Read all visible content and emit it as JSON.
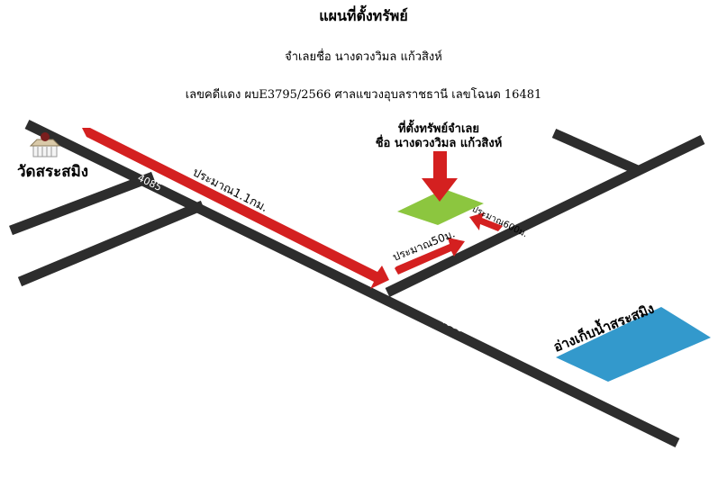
{
  "header": {
    "title": "แผนที่ตั้งทรัพย์",
    "debtor": "จำเลยชื่อ นางดวงวิมล แก้วสิงห์",
    "case_info": "เลขคดีแดง ผบE3795/2566 ศาลแขวงอุบลราชธานี เลขโฉนด 16481"
  },
  "map": {
    "property_label_line1": "ที่ตั้งทรัพย์จำเลย",
    "property_label_line2": "ชื่อ นางดวงวิมล แก้วสิงห์",
    "temple_label": "วัดสระสมิง",
    "reservoir_label": "อ่างเก็บน้ำสระสมิง",
    "road_number_a": "4085",
    "road_number_b": "4085",
    "distance_main": "ประมาณ1.1กม.",
    "distance_branch": "ประมาณ50ม.",
    "distance_side": "ประมาณ600ม.",
    "colors": {
      "road": "#2d2d2d",
      "road_edge": "#ffffff",
      "route_arrow": "#d42020",
      "property": "#8cc63f",
      "reservoir": "#3399cc"
    }
  }
}
